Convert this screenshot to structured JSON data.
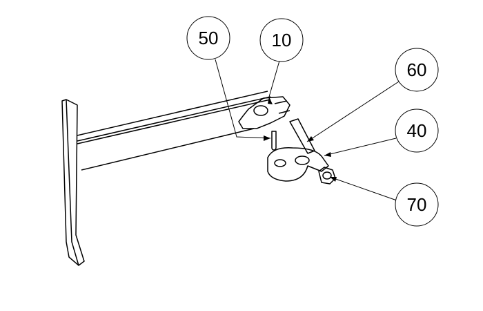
{
  "balloons": [
    {
      "id": "50",
      "label": "50"
    },
    {
      "id": "10",
      "label": "10"
    },
    {
      "id": "60",
      "label": "60"
    },
    {
      "id": "40",
      "label": "40"
    },
    {
      "id": "70",
      "label": "70"
    }
  ],
  "colors": {
    "line": "#000000",
    "background": "#ffffff"
  }
}
